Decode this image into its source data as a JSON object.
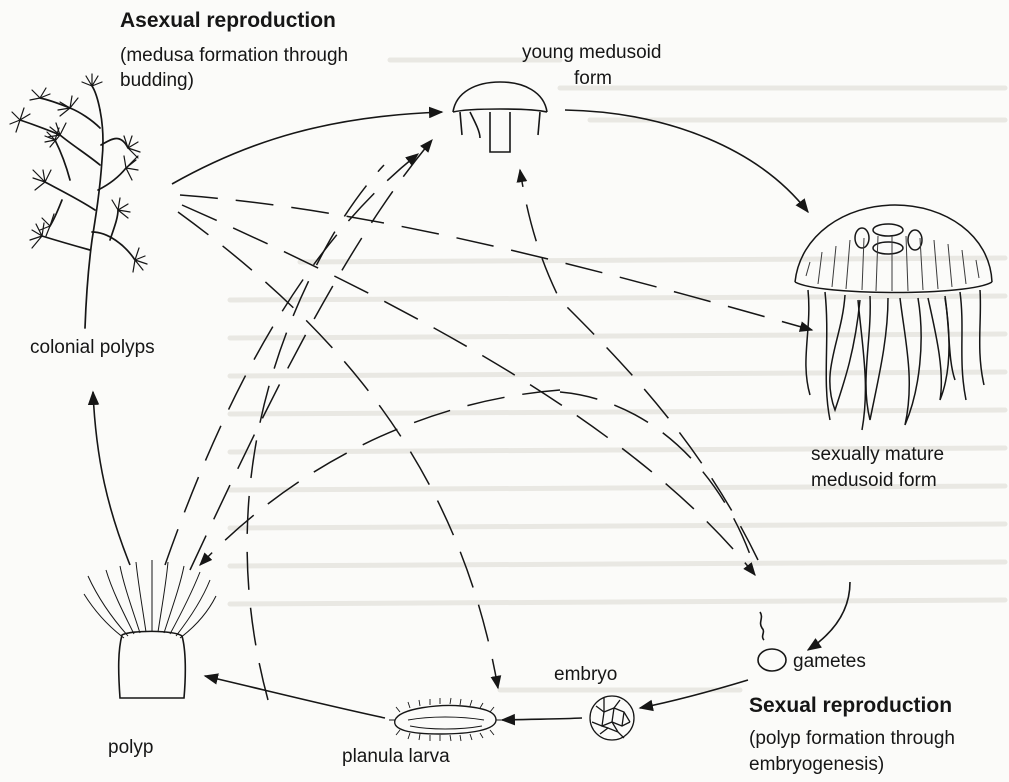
{
  "asexual": {
    "title": "Asexual reproduction",
    "note_1": "(medusa formation through",
    "note_2": "budding)"
  },
  "sexual": {
    "title": "Sexual reproduction",
    "note_1": "(polyp formation through",
    "note_2": "embryogenesis)"
  },
  "stages": {
    "young_medusoid_1": "young medusoid",
    "young_medusoid_2": "form",
    "mature_medusoid_1": "sexually mature",
    "mature_medusoid_2": "medusoid form",
    "gametes": "gametes",
    "embryo": "embryo",
    "planula": "planula larva",
    "polyp": "polyp",
    "colonial": "colonial polyps"
  },
  "colors": {
    "ink": "#161616",
    "paper": "#fbfbf9"
  }
}
